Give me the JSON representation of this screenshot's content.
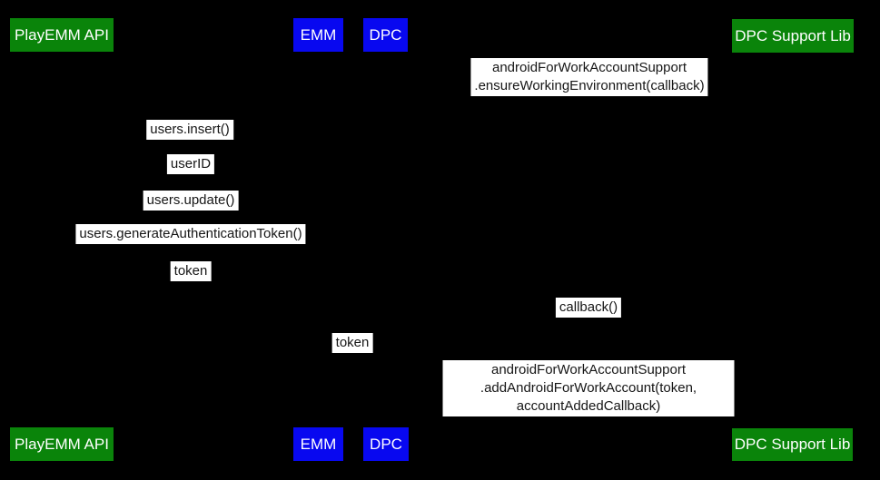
{
  "colors": {
    "background": "#000000",
    "actor_green": "#0a840a",
    "actor_blue": "#0808f0",
    "label_background": "#ffffff",
    "label_text": "#161616",
    "actor_text": "#ffffff"
  },
  "actors": {
    "playemm": {
      "label": "PlayEMM API"
    },
    "emm": {
      "label": "EMM"
    },
    "dpc": {
      "label": "DPC"
    },
    "dpc_support_lib": {
      "label": "DPC Support Lib"
    }
  },
  "messages": {
    "ensure_working_environment": {
      "text": "androidForWorkAccountSupport\n.ensureWorkingEnvironment(callback)"
    },
    "users_insert": {
      "text": "users.insert()"
    },
    "user_id": {
      "text": "userID"
    },
    "users_update": {
      "text": "users.update()"
    },
    "generate_authentication_token": {
      "text": "users.generateAuthenticationToken()"
    },
    "token_response": {
      "text": "token"
    },
    "callback": {
      "text": "callback()"
    },
    "token_forward": {
      "text": "token"
    },
    "add_android_for_work_account": {
      "text": "androidForWorkAccountSupport\n.addAndroidForWorkAccount(token, accountAddedCallback)"
    }
  }
}
